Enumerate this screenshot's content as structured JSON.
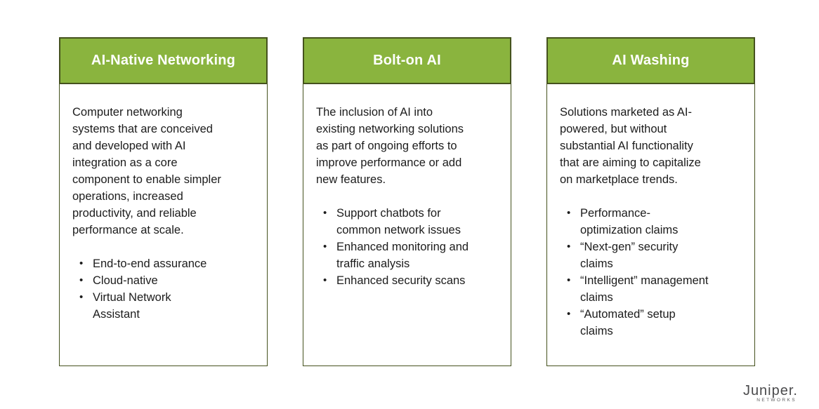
{
  "ui": {
    "bullet_char": "•"
  },
  "colors": {
    "header_green": "#8ab43e",
    "border_dark_olive": "#45521e",
    "body_text": "#1c1c1c",
    "header_text": "#ffffff",
    "logo_gray": "#4a4a4c"
  },
  "cards": [
    {
      "title": "AI-Native Networking",
      "description": "Computer networking\nsystems that are conceived\nand developed with AI\nintegration as a core\ncomponent to enable simpler\noperations, increased\nproductivity, and reliable\nperformance at scale.",
      "bullets": [
        "End-to-end assurance",
        "Cloud-native",
        "Virtual Network\nAssistant"
      ]
    },
    {
      "title": "Bolt-on AI",
      "description": "The inclusion of AI into\nexisting networking solutions\nas part of ongoing efforts to\nimprove performance or add\nnew features.",
      "bullets": [
        "Support chatbots for\ncommon network issues",
        "Enhanced monitoring and\ntraffic analysis",
        "Enhanced security scans"
      ]
    },
    {
      "title": "AI Washing",
      "description": "Solutions marketed as AI-\npowered, but without\nsubstantial AI functionality\nthat are aiming to capitalize\non marketplace trends.",
      "bullets": [
        "Performance-\noptimization claims",
        "“Next-gen” security\nclaims",
        "“Intelligent” management\nclaims",
        "“Automated” setup\nclaims"
      ]
    }
  ],
  "logo": {
    "brand": "Juniper.",
    "sub": "NETWORKS"
  }
}
